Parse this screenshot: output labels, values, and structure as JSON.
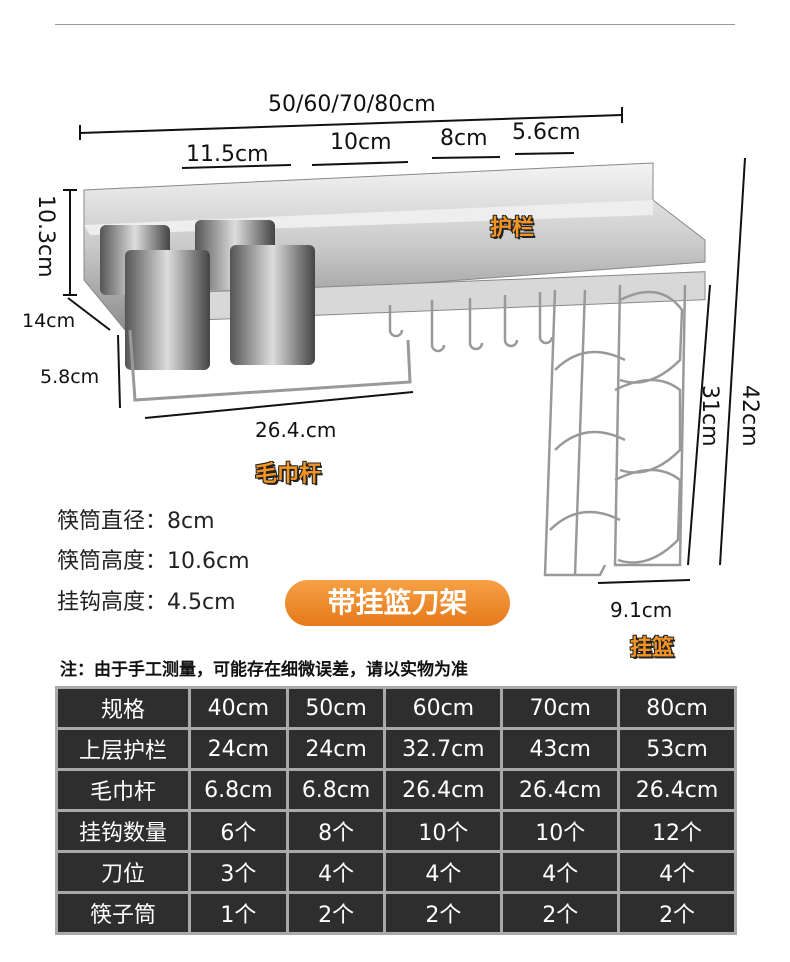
{
  "dimensions": {
    "total_length": "50/60/70/80cm",
    "seg1": "11.5cm",
    "seg2": "10cm",
    "seg3": "8cm",
    "seg4": "5.6cm",
    "height": "10.3cm",
    "depth": "14cm",
    "towel_drop": "5.8cm",
    "towel_length": "26.4.cm",
    "basket_height": "31cm",
    "total_height": "42cm",
    "basket_width": "9.1cm"
  },
  "labels": {
    "guardrail": "护栏",
    "towel_bar": "毛巾杆",
    "basket": "挂篮"
  },
  "specs": [
    {
      "label": "筷筒直径：",
      "value": "8cm"
    },
    {
      "label": "筷筒高度：",
      "value": "10.6cm"
    },
    {
      "label": "挂钩高度：",
      "value": "4.5cm"
    }
  ],
  "product_badge": "带挂篮刀架",
  "note": "注：由于手工测量，可能存在细微误差，请以实物为准",
  "table": {
    "rows": [
      [
        "规格",
        "40cm",
        "50cm",
        "60cm",
        "70cm",
        "80cm"
      ],
      [
        "上层护栏",
        "24cm",
        "24cm",
        "32.7cm",
        "43cm",
        "53cm"
      ],
      [
        "毛巾杆",
        "6.8cm",
        "6.8cm",
        "26.4cm",
        "26.4cm",
        "26.4cm"
      ],
      [
        "挂钩数量",
        "6个",
        "8个",
        "10个",
        "10个",
        "12个"
      ],
      [
        "刀位",
        "3个",
        "4个",
        "4个",
        "4个",
        "4个"
      ],
      [
        "筷子筒",
        "1个",
        "2个",
        "2个",
        "2个",
        "2个"
      ]
    ]
  },
  "colors": {
    "accent": "#f39423",
    "table_bg": "#2e2e2e",
    "table_border": "#a9a9a9"
  }
}
